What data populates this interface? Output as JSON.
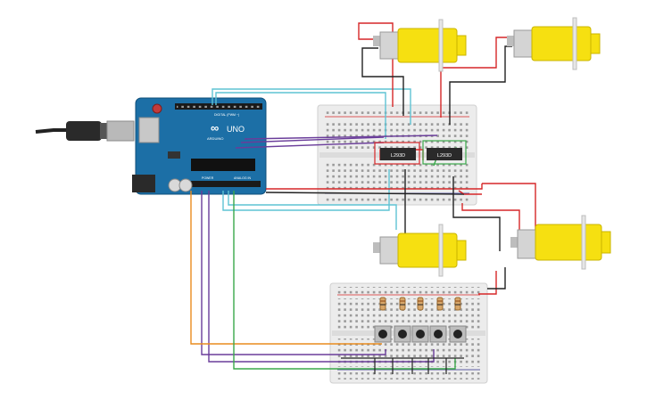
{
  "arduino": {
    "brand": "ARDUINO",
    "model": "UNO",
    "digital_label": "DIGITAL (PWM ~)",
    "power_label": "POWER",
    "analog_label": "ANALOG IN"
  },
  "drivers": [
    {
      "label": "L293D"
    },
    {
      "label": "L293D"
    }
  ],
  "colors": {
    "board": "#1c6fa6",
    "breadboard": "#ececec",
    "motor": "#f6e011",
    "wire_red": "#d62728",
    "wire_black": "#222222",
    "wire_cyan": "#5fc3d4",
    "wire_purple": "#6a3d9a",
    "wire_orange": "#e98c1f",
    "wire_green": "#3aa84a"
  }
}
